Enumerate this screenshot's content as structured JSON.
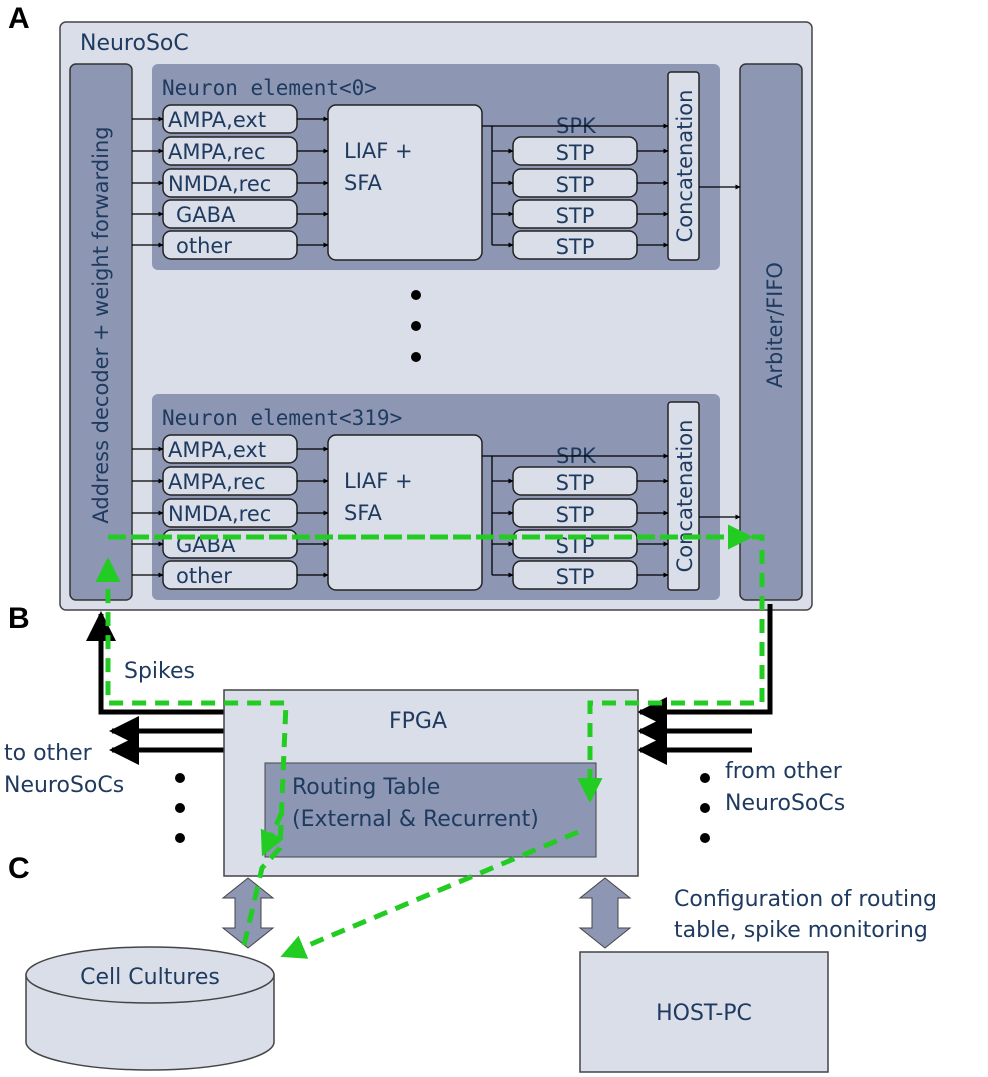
{
  "panels": {
    "a": "A",
    "b": "B",
    "c": "C"
  },
  "neurosoc": {
    "title": "NeuroSoC",
    "decoder": "Address decoder + weight forwarding",
    "arbiter": "Arbiter/FIFO",
    "elements": [
      {
        "title": "Neuron element<0>",
        "inputs": [
          "AMPA,ext",
          "AMPA,rec",
          "NMDA,rec",
          "GABA",
          "other"
        ],
        "core_line1": "LIAF +",
        "core_line2": "SFA",
        "spk": "SPK",
        "stp": [
          "STP",
          "STP",
          "STP",
          "STP"
        ],
        "concat": "Concatenation"
      },
      {
        "title": "Neuron element<319>",
        "inputs": [
          "AMPA,ext",
          "AMPA,rec",
          "NMDA,rec",
          "GABA",
          "other"
        ],
        "core_line1": "LIAF +",
        "core_line2": "SFA",
        "spk": "SPK",
        "stp": [
          "STP",
          "STP",
          "STP",
          "STP"
        ],
        "concat": "Concatenation"
      }
    ]
  },
  "fpga": {
    "title": "FPGA",
    "routing_line1": "Routing Table",
    "routing_line2": "(External & Recurrent)"
  },
  "labels": {
    "spikes": "Spikes",
    "to_other_1": "to other",
    "to_other_2": "NeuroSoCs",
    "from_other_1": "from other",
    "from_other_2": "NeuroSoCs",
    "config_1": "Configuration of routing",
    "config_2": "table, spike monitoring"
  },
  "cell_cultures": "Cell Cultures",
  "host_pc": "HOST-PC",
  "colors": {
    "panel_light": "#d9dee9",
    "panel_dark": "#8d97b4",
    "text": "#1f3a5f",
    "green_path": "#22cc22"
  }
}
